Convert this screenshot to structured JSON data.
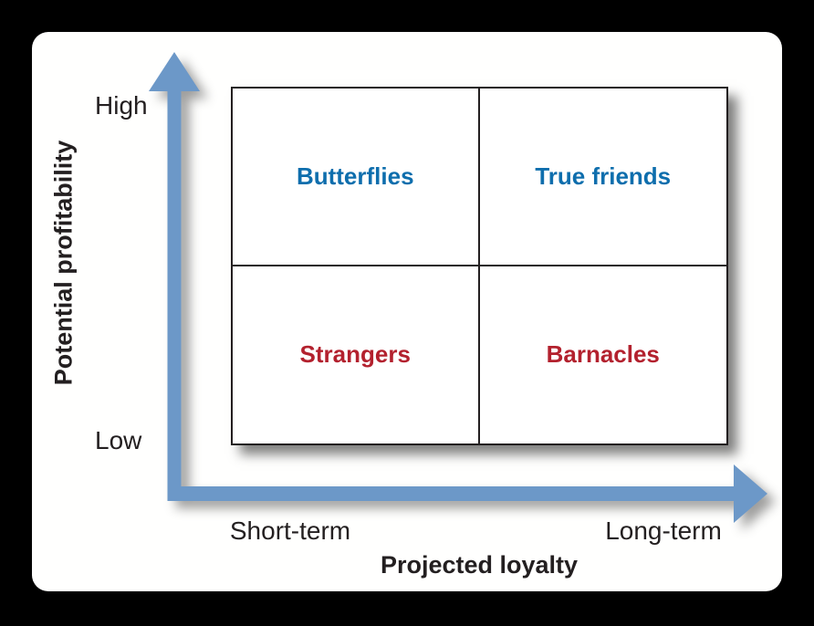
{
  "diagram": {
    "type": "2x2-matrix",
    "y_axis": {
      "title": "Potential profitability",
      "high_label": "High",
      "low_label": "Low"
    },
    "x_axis": {
      "title": "Projected loyalty",
      "left_label": "Short-term",
      "right_label": "Long-term"
    },
    "quadrants": {
      "top_left": {
        "label": "Butterflies",
        "color": "#0e6ead"
      },
      "top_right": {
        "label": "True friends",
        "color": "#0e6ead"
      },
      "bottom_left": {
        "label": "Strangers",
        "color": "#b3212e"
      },
      "bottom_right": {
        "label": "Barnacles",
        "color": "#b3212e"
      }
    },
    "colors": {
      "background": "#000000",
      "card": "#ffffff",
      "arrow_blue": "#6c98c8",
      "matrix_border": "#231f20",
      "text_black": "#231f20",
      "quadrant_blue_text": "#0e6ead",
      "quadrant_red_text": "#b3212e"
    }
  }
}
